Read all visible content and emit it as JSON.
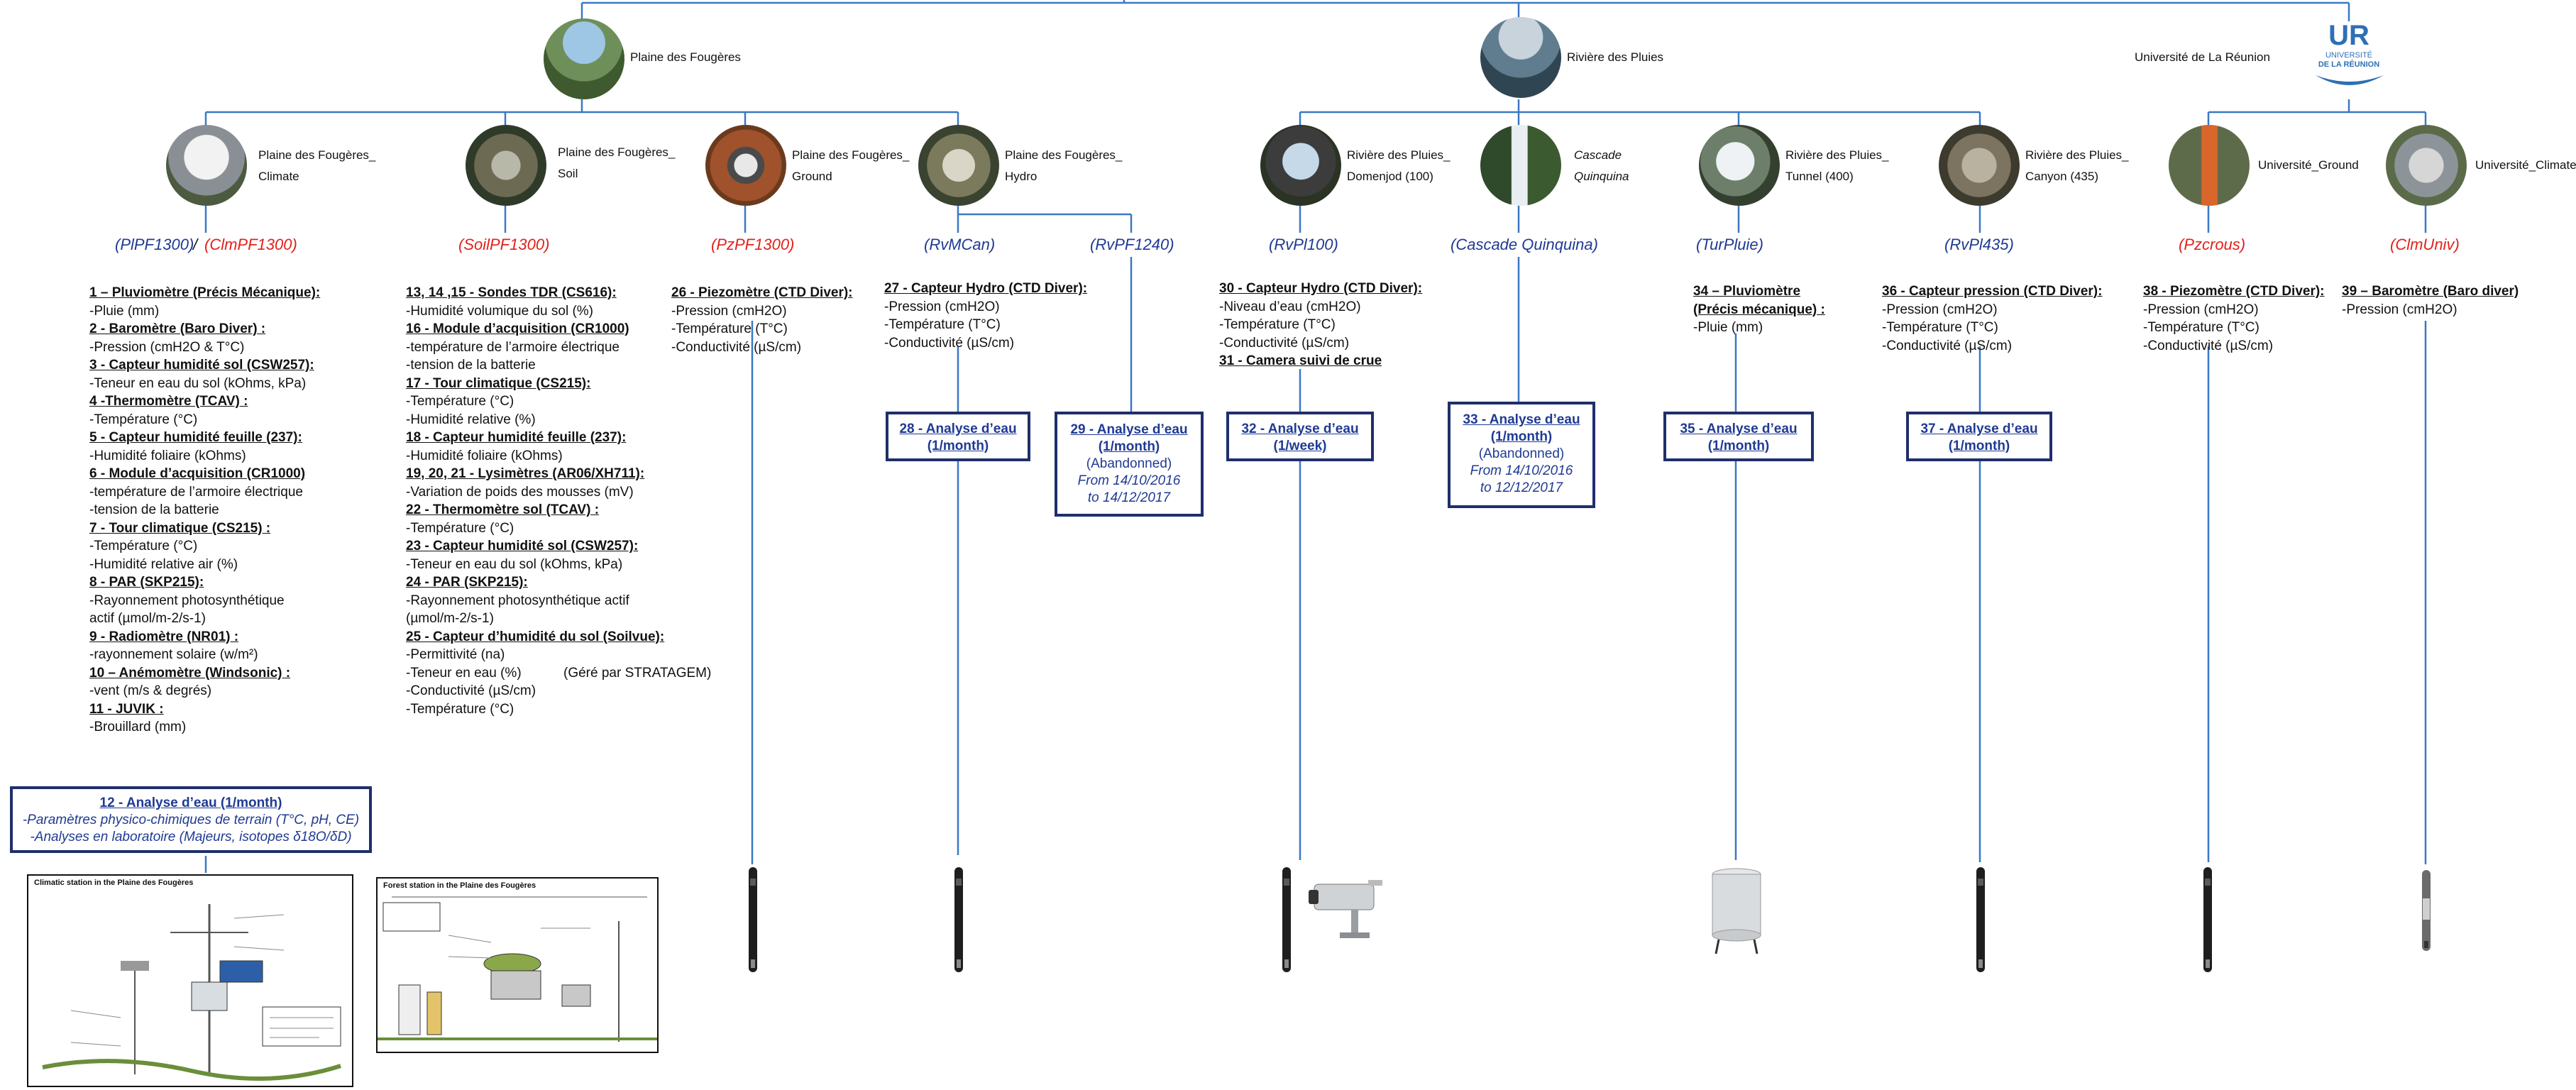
{
  "locations": [
    {
      "id": "pdf",
      "label": "Plaine des Fougères"
    },
    {
      "id": "rdp",
      "label": "Rivière des Pluies"
    },
    {
      "id": "univ",
      "label": "Université de La Réunion"
    }
  ],
  "logo": {
    "line1": "UNIVERSITÉ",
    "line2": "DE LA RÉUNION",
    "mark": "UR"
  },
  "stations": [
    {
      "id": "climate",
      "l1": "Plaine des Fougères_",
      "l2": "Climate"
    },
    {
      "id": "soil",
      "l1": "Plaine des Fougères_",
      "l2": "Soil"
    },
    {
      "id": "ground",
      "l1": "Plaine des Fougères_",
      "l2": "Ground"
    },
    {
      "id": "hydro",
      "l1": "Plaine des Fougères_",
      "l2": "Hydro"
    },
    {
      "id": "domenjod",
      "l1": "Rivière des Pluies_",
      "l2": "Domenjod (100)"
    },
    {
      "id": "cascade",
      "l1": "Cascade",
      "l2": "Quinquina"
    },
    {
      "id": "tunnel",
      "l1": "Rivière des Pluies_",
      "l2": "Tunnel (400)"
    },
    {
      "id": "canyon",
      "l1": "Rivière des Pluies_",
      "l2": "Canyon (435)"
    },
    {
      "id": "uground",
      "l1": "Université_Ground",
      "l2": ""
    },
    {
      "id": "uclimate",
      "l1": "Université_Climate",
      "l2": ""
    }
  ],
  "codes": {
    "plpf": "(PlPF1300)",
    "slash": "/",
    "clm": "(ClmPF1300)",
    "soil": "(SoilPF1300)",
    "pz": "(PzPF1300)",
    "rvm": "(RvMCan)",
    "rvp": "(RvPF1240)",
    "rvpl100": "(RvPl100)",
    "cascade": "(Cascade Quinquina)",
    "tur": "(TurPluie)",
    "rvpl435": "(RvPl435)",
    "pzcrous": "(Pzcrous)",
    "clmuniv": "(ClmUniv)"
  },
  "sensors": {
    "climate": [
      {
        "t": "1 – Pluviomètre (Précis Mécanique):"
      },
      {
        "p": "-Pluie  (mm)"
      },
      {
        "t": "2 - Baromètre (Baro Diver) :"
      },
      {
        "p": "-Pression (cmH2O & T°C)"
      },
      {
        "t": "3 - Capteur humidité sol (CSW257):"
      },
      {
        "p": "-Teneur en eau du sol (kOhms, kPa)"
      },
      {
        "t": "4 -Thermomètre (TCAV) :"
      },
      {
        "p": "-Température (°C)"
      },
      {
        "t": "5 - Capteur humidité feuille (237):"
      },
      {
        "p": "-Humidité foliaire (kOhms)"
      },
      {
        "t": "6 - Module d’acquisition (CR1000)"
      },
      {
        "p": "-température de l’armoire électrique"
      },
      {
        "p": "-tension de la batterie"
      },
      {
        "t": "7 - Tour climatique (CS215) :"
      },
      {
        "p": "-Température (°C)"
      },
      {
        "p": "-Humidité relative air (%)"
      },
      {
        "t": "8 - PAR (SKP215):"
      },
      {
        "p": "-Rayonnement photosynthétique"
      },
      {
        "p": "actif (µmol/m-2/s-1)"
      },
      {
        "t": "9 - Radiomètre (NR01) :"
      },
      {
        "p": "-rayonnement solaire (w/m²)"
      },
      {
        "t": "10 – Anémomètre (Windsonic) :"
      },
      {
        "p": "-vent (m/s & degrés)"
      },
      {
        "t": "11 - JUVIK :"
      },
      {
        "p": "-Brouillard (mm)"
      }
    ],
    "soil": [
      {
        "t": "13, 14 ,15 - Sondes TDR (CS616):"
      },
      {
        "p": "-Humidité volumique du sol (%)"
      },
      {
        "t": "16 - Module d’acquisition (CR1000)"
      },
      {
        "p": "-température de l’armoire électrique"
      },
      {
        "p": "-tension de la batterie"
      },
      {
        "t": "17 - Tour climatique (CS215):"
      },
      {
        "p": "-Température (°C)"
      },
      {
        "p": "-Humidité relative (%)"
      },
      {
        "t": "18 - Capteur humidité feuille (237):"
      },
      {
        "p": "-Humidité foliaire (kOhms)"
      },
      {
        "t": "19, 20, 21 - Lysimètres (AR06/XH711):"
      },
      {
        "p": "-Variation de poids des mousses (mV)"
      },
      {
        "t": "22 - Thermomètre sol (TCAV) :"
      },
      {
        "p": "-Température (°C)"
      },
      {
        "t": "23 - Capteur humidité sol (CSW257):"
      },
      {
        "p": "-Teneur en eau du sol (kOhms, kPa)"
      },
      {
        "t": "24 - PAR (SKP215):"
      },
      {
        "p": "-Rayonnement photosynthétique actif"
      },
      {
        "p": "(µmol/m-2/s-1)"
      },
      {
        "t": "25 - Capteur d’humidité du sol (Soilvue):"
      },
      {
        "p": "-Permittivité (na)"
      },
      {
        "p": "-Teneur en eau (%)"
      },
      {
        "p": "-Conductivité (µS/cm)"
      },
      {
        "p": "-Température (°C)"
      }
    ],
    "ground": [
      {
        "t": "26 - Piezomètre (CTD Diver):"
      },
      {
        "p": "-Pression (cmH2O)"
      },
      {
        "p": "-Température (T°C)"
      },
      {
        "p": "-Conductivité (µS/cm)"
      }
    ],
    "hydro": [
      {
        "t": "27 - Capteur Hydro (CTD Diver):"
      },
      {
        "p": "-Pression (cmH2O)"
      },
      {
        "p": "-Température (T°C)"
      },
      {
        "p": "-Conductivité (µS/cm)"
      }
    ],
    "domenjod": [
      {
        "t": "30 - Capteur Hydro (CTD Diver):"
      },
      {
        "p": "-Niveau d’eau (cmH2O)"
      },
      {
        "p": "-Température (T°C)"
      },
      {
        "p": "-Conductivité (µS/cm)"
      },
      {
        "t": "31 - Camera suivi de crue"
      }
    ],
    "tunnel": [
      {
        "t": "34 – Pluviomètre"
      },
      {
        "t": "(Précis mécanique) :"
      },
      {
        "p": "-Pluie (mm)"
      }
    ],
    "canyon": [
      {
        "t": "36 - Capteur pression (CTD Diver):"
      },
      {
        "p": "-Pression (cmH2O)"
      },
      {
        "p": "-Température (T°C)"
      },
      {
        "p": "-Conductivité (µS/cm)"
      }
    ],
    "uground": [
      {
        "t": "38 - Piezomètre (CTD Diver):"
      },
      {
        "p": "-Pression (cmH2O)"
      },
      {
        "p": "-Température (T°C)"
      },
      {
        "p": "-Conductivité (µS/cm)"
      }
    ],
    "uclimate": [
      {
        "t": "39 – Baromètre (Baro diver)"
      },
      {
        "p": "-Pression (cmH2O)"
      }
    ]
  },
  "stratagem": "(Géré par STRATAGEM)",
  "boxes": {
    "b12": {
      "l1": "12 - Analyse d’eau (1/month)",
      "l2": "-Paramètres physico-chimiques de terrain (T°C, pH, CE)",
      "l3": "-Analyses en laboratoire (Majeurs, isotopes δ18O/δD)"
    },
    "b28": {
      "l1": "28 - Analyse d’eau",
      "l2": "(1/month)"
    },
    "b29": {
      "l1": "29 - Analyse d’eau",
      "l2": "(1/month)",
      "l3": "(Abandonned)",
      "l4": "From 14/10/2016",
      "l5": "to 14/12/2017"
    },
    "b32": {
      "l1": "32 - Analyse d’eau",
      "l2": "(1/week)"
    },
    "b33": {
      "l1": "33 - Analyse d’eau",
      "l2": "(1/month)",
      "l3": "(Abandonned)",
      "l4": "From 14/10/2016",
      "l5": "to 12/12/2017"
    },
    "b35": {
      "l1": "35 - Analyse d’eau",
      "l2": "(1/month)"
    },
    "b37": {
      "l1": "37 - Analyse d’eau",
      "l2": "(1/month)"
    }
  },
  "photos": {
    "climatic": "Climatic station in the Plaine des Fougères",
    "forest": "Forest station in the Plaine des Fougères"
  },
  "colors": {
    "line": "#3b78c4",
    "box_border": "#1f2f6b",
    "blue_text": "#1f3a93",
    "red_text": "#e2211c"
  }
}
